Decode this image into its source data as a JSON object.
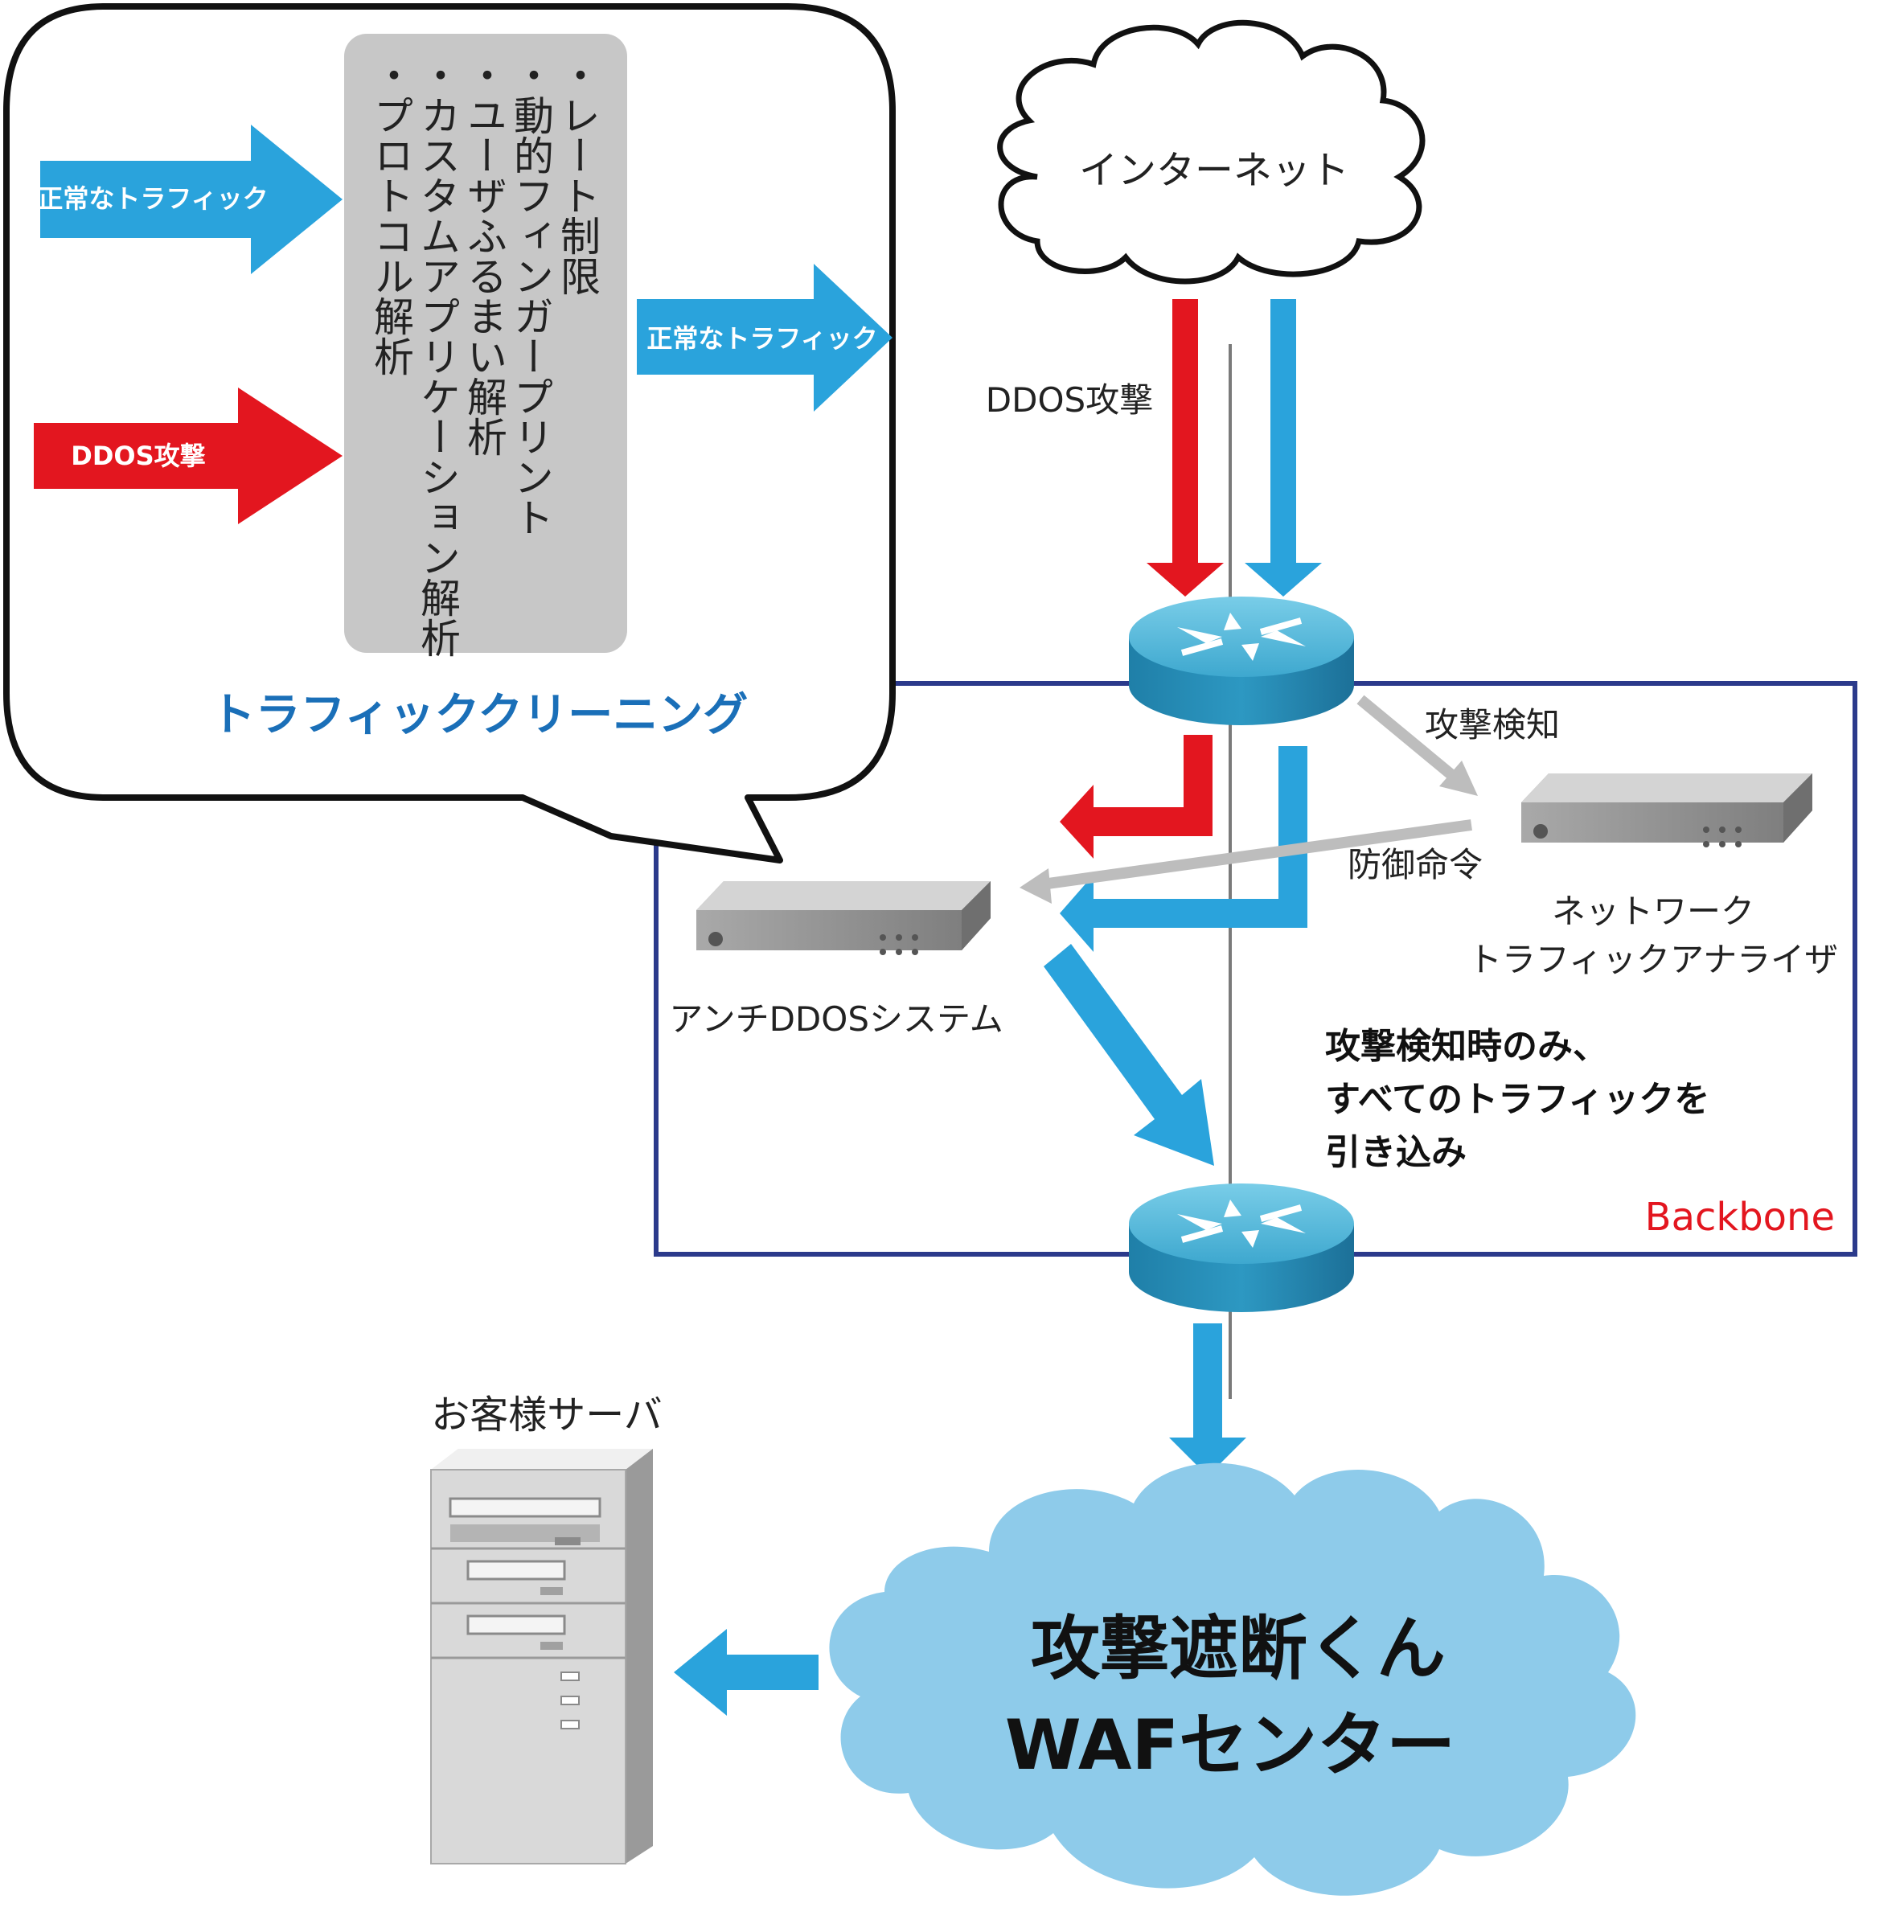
{
  "colors": {
    "blue_arrow": "#2aa3dc",
    "red_arrow": "#e3161f",
    "gray_arrow": "#bdbdbd",
    "backbone_border": "#2b3a8b",
    "backbone_label": "#e3161f",
    "cleaning_title": "#1a6fb8",
    "waf_cloud": "#8ecbea"
  },
  "cleaning": {
    "title": "トラフィッククリーニング",
    "input_normal": "正常なトラフィック",
    "input_ddos": "DDOS攻撃",
    "output_normal": "正常なトラフィック",
    "methods": [
      "・レート制限",
      "・動的フィンガープリント",
      "・ユーザふるまい解析",
      "・カスタムアプリケーション解析",
      "・プロトコル解析"
    ]
  },
  "internet": {
    "label": "インターネット"
  },
  "flow": {
    "ddos_label": "DDOS攻撃",
    "detect_label": "攻撃検知",
    "defense_label": "防御命令"
  },
  "backbone": {
    "label": "Backbone",
    "note": [
      "攻撃検知時のみ、",
      "すべてのトラフィックを",
      "引き込み"
    ]
  },
  "devices": {
    "anti_ddos": "アンチDDOSシステム",
    "analyzer_line1": "ネットワーク",
    "analyzer_line2": "トラフィックアナライザ"
  },
  "server": {
    "label": "お客様サーバ"
  },
  "waf": {
    "line1": "攻撃遮断くん",
    "line2": "WAFセンター"
  },
  "icons": [
    "router-icon",
    "appliance-icon",
    "server-tower-icon",
    "cloud-icon"
  ]
}
